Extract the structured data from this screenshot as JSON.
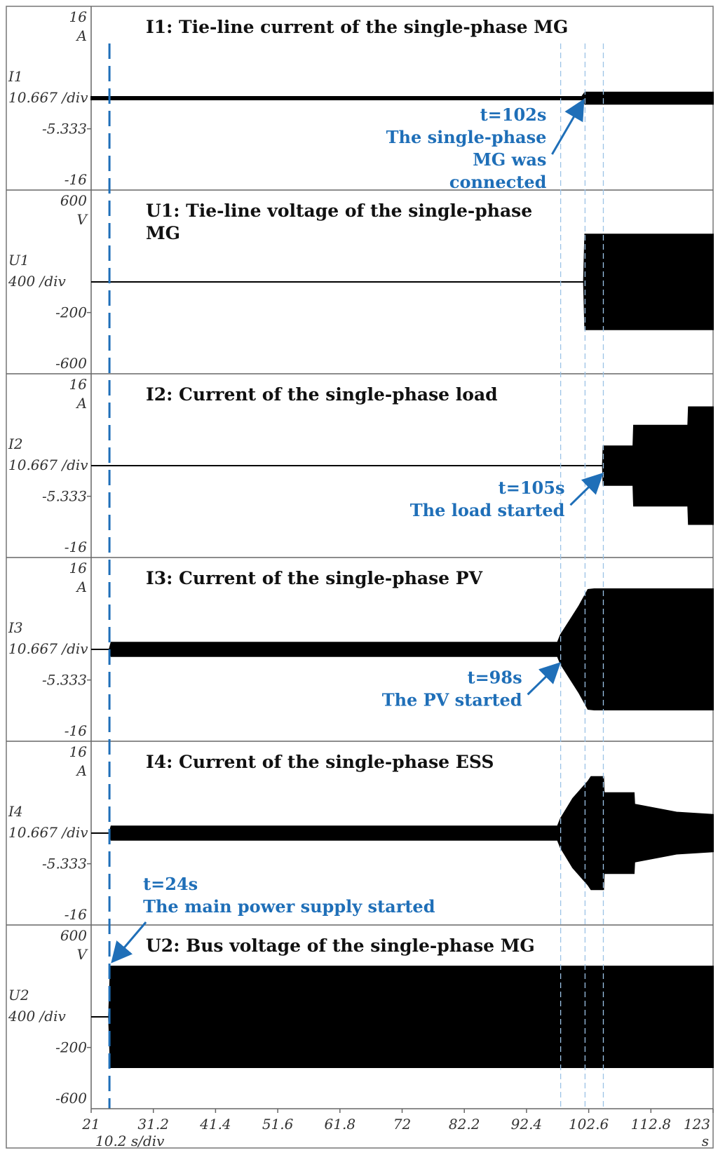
{
  "colors": {
    "accent": "#1f6fb8",
    "guide": "#9cc3e6",
    "trace": "#000000",
    "frame": "#666666"
  },
  "chart_data": {
    "type": "line",
    "x_axis": {
      "range": [
        21,
        123
      ],
      "ticks": [
        "21",
        "31.2",
        "41.4",
        "51.6",
        "61.8",
        "72",
        "82.2",
        "92.4",
        "102.6",
        "112.8",
        "123"
      ],
      "unit": "s",
      "scale": "10.2 s/div"
    },
    "event_lines": [
      {
        "t": 24,
        "style": "dashed-bold"
      },
      {
        "t": 98,
        "style": "dashed-thin"
      },
      {
        "t": 102,
        "style": "dashed-thin"
      },
      {
        "t": 105,
        "style": "dashed-thin"
      }
    ],
    "panels": [
      {
        "id": "I1",
        "title": "I1:   Tie-line current of the single-phase MG",
        "title2": "",
        "name": "I1",
        "scale": "10.667 /div",
        "unit": "A",
        "ymin": -16,
        "ymax": 16,
        "yticks": [
          "16",
          "-5.333",
          "-16"
        ],
        "baseline": 0,
        "envelope": [
          [
            21,
            0.25
          ],
          [
            101.5,
            0.25
          ],
          [
            102,
            1.0
          ],
          [
            123,
            1.0
          ]
        ]
      },
      {
        "id": "U1",
        "title": "U1:   Tie-line voltage of the single-phase",
        "title2": "MG",
        "name": "U1",
        "scale": "400 /div",
        "unit": "V",
        "ymin": -600,
        "ymax": 600,
        "yticks": [
          "600",
          "-200",
          "-600"
        ],
        "baseline": 0,
        "envelope": [
          [
            21,
            0
          ],
          [
            101.8,
            0
          ],
          [
            102,
            310
          ],
          [
            123,
            310
          ]
        ]
      },
      {
        "id": "I2",
        "title": "I2:   Current of the single-phase load",
        "title2": "",
        "name": "I2",
        "scale": "10.667 /div",
        "unit": "A",
        "ymin": -16,
        "ymax": 16,
        "yticks": [
          "16",
          "-5.333",
          "-16"
        ],
        "baseline": 0,
        "envelope": [
          [
            21,
            0
          ],
          [
            104.9,
            0
          ],
          [
            105,
            3.4
          ],
          [
            109.9,
            3.4
          ],
          [
            110,
            7.0
          ],
          [
            118.9,
            7.0
          ],
          [
            119,
            10.2
          ],
          [
            123,
            10.2
          ]
        ]
      },
      {
        "id": "I3",
        "title": "I3:   Current of the single-phase PV",
        "title2": "",
        "name": "I3",
        "scale": "10.667 /div",
        "unit": "A",
        "ymin": -16,
        "ymax": 16,
        "yticks": [
          "16",
          "-5.333",
          "-16"
        ],
        "baseline": 0,
        "envelope": [
          [
            21,
            0
          ],
          [
            24,
            0
          ],
          [
            24.3,
            1.2
          ],
          [
            97.5,
            1.2
          ],
          [
            98,
            2.5
          ],
          [
            99.5,
            5.0
          ],
          [
            101,
            7.5
          ],
          [
            102.5,
            10.4
          ],
          [
            103.5,
            10.5
          ],
          [
            123,
            10.5
          ]
        ]
      },
      {
        "id": "I4",
        "title": "I4:   Current of the single-phase ESS",
        "title2": "",
        "name": "I4",
        "scale": "10.667 /div",
        "unit": "A",
        "ymin": -16,
        "ymax": 16,
        "yticks": [
          "16",
          "-5.333",
          "-16"
        ],
        "baseline": 0,
        "envelope": [
          [
            21,
            0
          ],
          [
            24,
            0
          ],
          [
            24.3,
            1.2
          ],
          [
            97.5,
            1.2
          ],
          [
            98,
            2.5
          ],
          [
            100,
            6.0
          ],
          [
            102.5,
            9.0
          ],
          [
            103,
            9.8
          ],
          [
            105,
            9.8
          ],
          [
            105.1,
            7.0
          ],
          [
            110,
            7.0
          ],
          [
            110.1,
            5.0
          ],
          [
            117,
            3.6
          ],
          [
            123,
            3.2
          ]
        ]
      },
      {
        "id": "U2",
        "title": "U2:   Bus voltage of the single-phase MG",
        "title2": "",
        "name": "U2",
        "scale": "400 /div",
        "unit": "V",
        "ymin": -600,
        "ymax": 600,
        "yticks": [
          "600",
          "-200",
          "-600"
        ],
        "baseline": 0,
        "envelope": [
          [
            21,
            0
          ],
          [
            23.9,
            0
          ],
          [
            24.2,
            330
          ],
          [
            123,
            330
          ]
        ]
      }
    ],
    "annotations": [
      {
        "panel": "I1",
        "lines": [
          "t=102s",
          "The single-phase",
          "MG was",
          "connected"
        ],
        "arrow_to": [
          102,
          0
        ],
        "side": "right"
      },
      {
        "panel": "I2",
        "lines": [
          "t=105s",
          "The load started"
        ],
        "arrow_to": [
          105,
          -1
        ],
        "side": "right"
      },
      {
        "panel": "I3",
        "lines": [
          "t=98s",
          "The PV started"
        ],
        "arrow_to": [
          98,
          -2
        ],
        "side": "right"
      },
      {
        "panel": "I4",
        "lines": [
          "t=24s",
          "The main power supply started"
        ],
        "arrow_to": [
          24,
          0
        ],
        "side": "left"
      }
    ]
  }
}
